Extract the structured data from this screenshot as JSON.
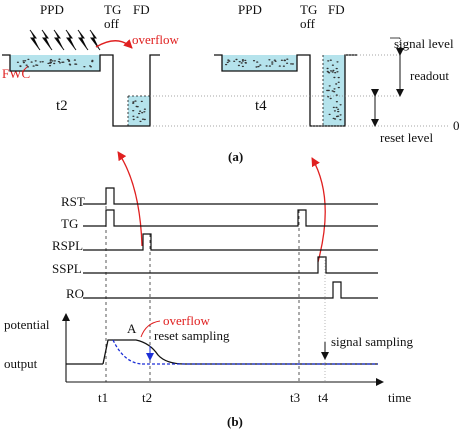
{
  "part_a": {
    "left": {
      "ppd": "PPD",
      "tg": "TG",
      "tg_state": "off",
      "fd": "FD",
      "overflow": "overflow",
      "fwc": "FWC",
      "time": "t2"
    },
    "right": {
      "ppd": "PPD",
      "tg": "TG",
      "tg_state": "off",
      "fd": "FD",
      "time": "t4"
    },
    "levels": {
      "signal": "signal level",
      "readout": "readout",
      "reset": "reset level",
      "zero": "0"
    },
    "caption": "(a)"
  },
  "part_b": {
    "signals": [
      "RST",
      "TG",
      "RSPL",
      "SSPL",
      "RO"
    ],
    "potential_label": "potential",
    "output_label": "output",
    "point_a": "A",
    "overflow": "overflow",
    "reset_sampling": "reset sampling",
    "signal_sampling": "signal sampling",
    "times": [
      "t1",
      "t2",
      "t3",
      "t4"
    ],
    "time_label": "time",
    "caption": "(b)"
  },
  "colors": {
    "water": "#b5e3ec",
    "red": "#e02020",
    "blue_dashed": "#1c2fd6"
  }
}
